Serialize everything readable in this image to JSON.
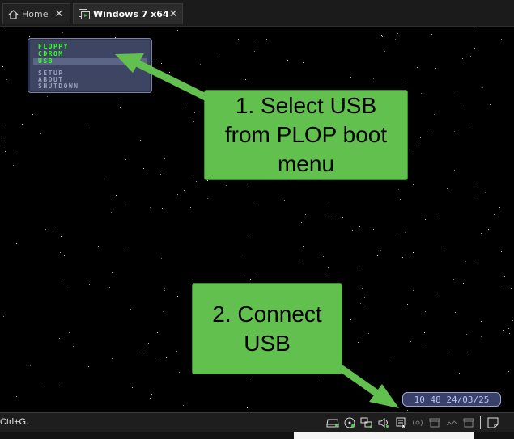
{
  "tabs": [
    {
      "label": "Home",
      "icon": "home-icon",
      "close": "✕"
    },
    {
      "label": "Windows 7 x64",
      "icon": "vm-icon",
      "close": "✕",
      "active": true
    }
  ],
  "boot_menu": {
    "items": [
      "FLOPPY",
      "CDROM",
      "USB",
      "SETUP",
      "ABOUT",
      "SHUTDOWN"
    ],
    "selected": "USB"
  },
  "clock": "10 48 24/03/25",
  "callouts": {
    "step1": [
      "1. Select USB",
      "from PLOP boot",
      "menu"
    ],
    "step2": [
      "2. Connect",
      "USB"
    ]
  },
  "status": {
    "hint": "Ctrl+G.",
    "devices": [
      "hard-disk-icon",
      "cd-drive-icon",
      "network-icon",
      "sound-icon",
      "usb-device-icon",
      "serial-port-icon",
      "printer-icon",
      "shared-folder-icon",
      "archive-icon",
      "message-icon"
    ]
  },
  "colors": {
    "callout_bg": "#62c14e",
    "boot_menu_bg": "#3e4563",
    "boot_menu_text_green": "#33ff22",
    "arrow_green": "#62c14e"
  }
}
